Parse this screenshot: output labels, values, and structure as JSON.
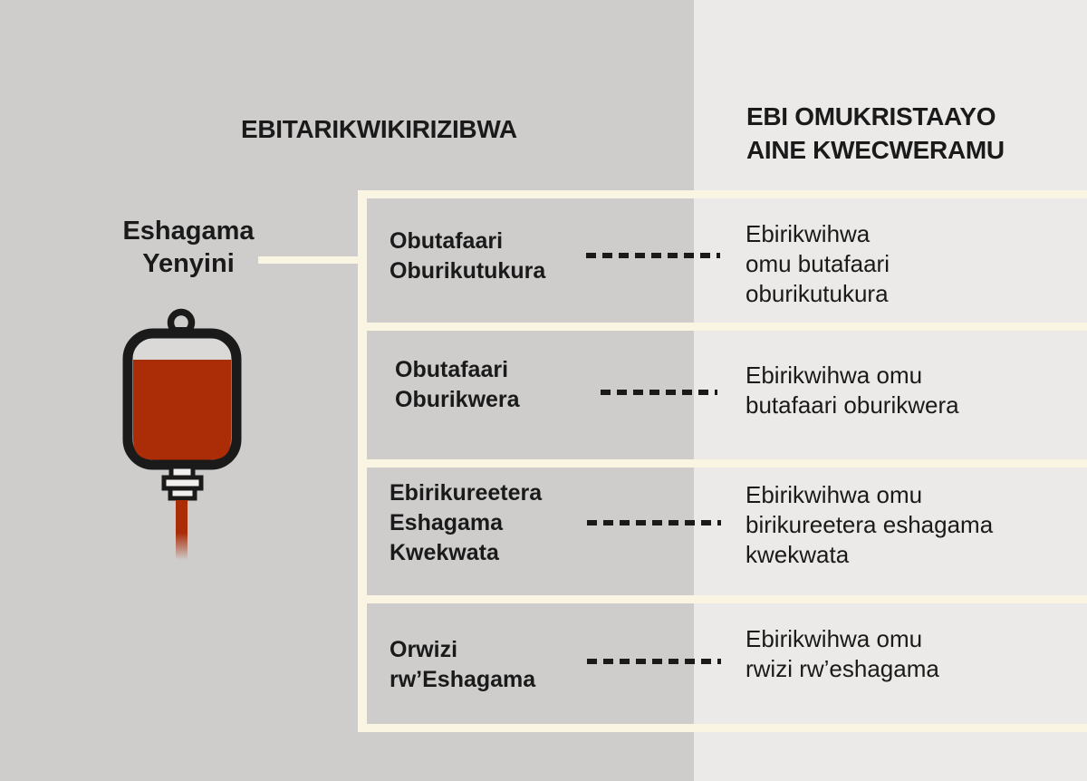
{
  "columns": {
    "left_header": "EBITARIKWIKIRIZIBWA",
    "right_header": "EBI OMUKRISTAAYO\nAINE KWECWERAMU"
  },
  "source": {
    "label": "Eshagama\nYenyini",
    "icon": "blood-bag-icon"
  },
  "table": {
    "rows": [
      {
        "left": "Obutafaari\nOburikutukura",
        "right": "Ebirikwihwa\nomu butafaari\noburikutukura"
      },
      {
        "left": "Obutafaari\nOburikwera",
        "right": "Ebirikwihwa omu\nbutafaari oburikwera"
      },
      {
        "left": "Ebirikureetera\nEshagama\nKwekwata",
        "right": "Ebirikwihwa omu\nbirikureetera eshagama\nkwekwata"
      },
      {
        "left": "Orwizi\nrw’Eshagama",
        "right": "Ebirikwihwa omu\nrwizi rw’eshagama"
      }
    ]
  },
  "colors": {
    "background_left": "#cecdcc",
    "background_right": "#ebeae8",
    "table_border_cream": "#faf4e2",
    "text": "#1a1a1a",
    "blood_red": "#ab2d08"
  }
}
